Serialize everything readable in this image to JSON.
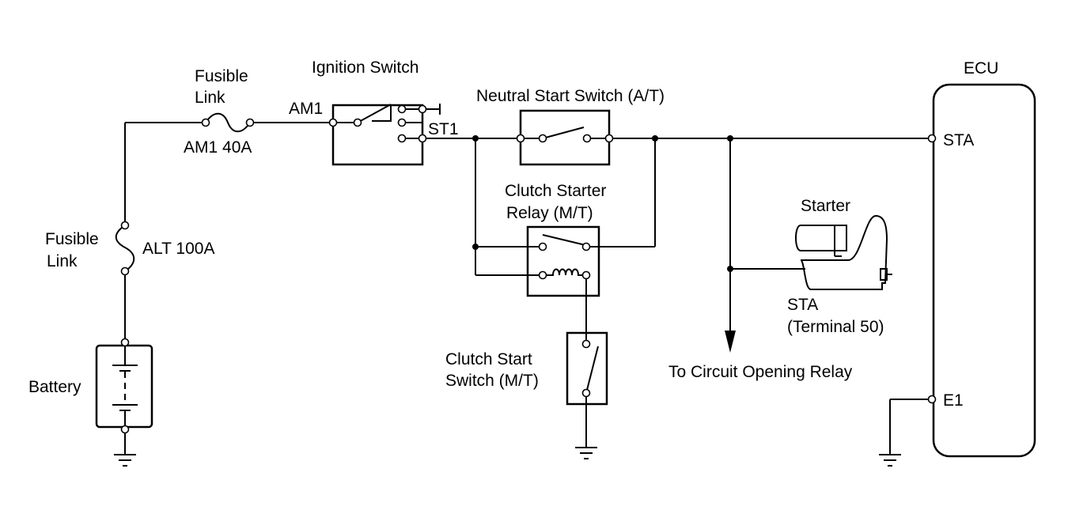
{
  "labels": {
    "fusible_link_top_1": "Fusible",
    "fusible_link_top_2": "Link",
    "am1_fuse": "AM1 40A",
    "ignition_switch": "Ignition Switch",
    "am1": "AM1",
    "st1": "ST1",
    "neutral_start_switch": "Neutral Start Switch (A/T)",
    "clutch_starter_relay_1": "Clutch Starter",
    "clutch_starter_relay_2": "Relay (M/T)",
    "fusible_link_left_1": "Fusible",
    "fusible_link_left_2": "Link",
    "alt_fuse": "ALT 100A",
    "battery": "Battery",
    "clutch_start_switch_1": "Clutch Start",
    "clutch_start_switch_2": "Switch (M/T)",
    "starter": "Starter",
    "sta_terminal_1": "STA",
    "sta_terminal_2": "(Terminal 50)",
    "circuit_opening_relay": "To Circuit Opening Relay",
    "ecu": "ECU",
    "ecu_sta": "STA",
    "ecu_e1": "E1"
  }
}
